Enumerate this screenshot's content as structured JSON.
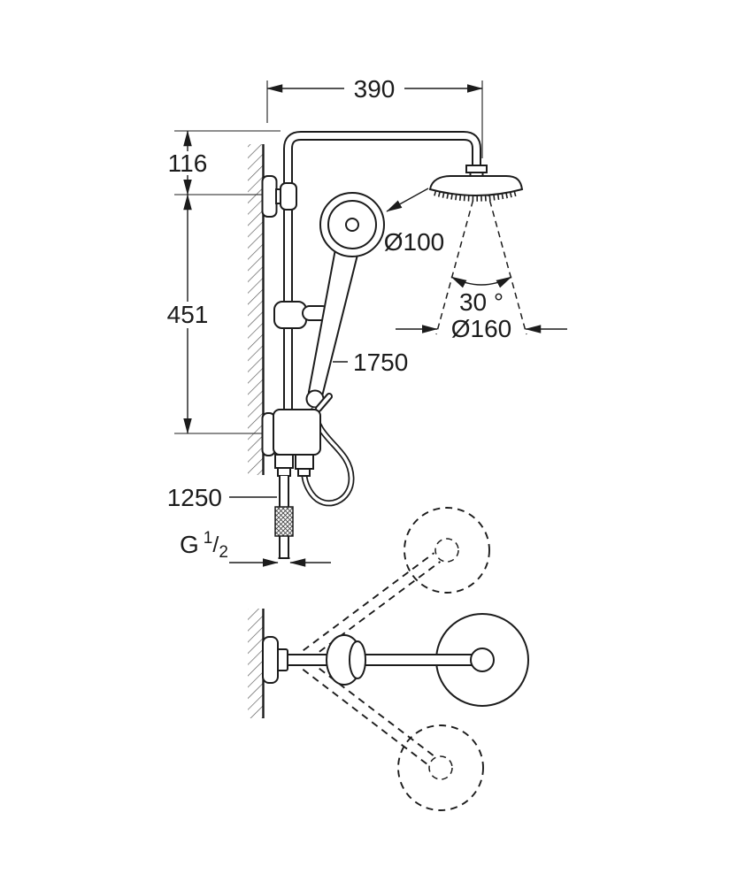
{
  "page": {
    "background": "#ffffff",
    "ink": "#1c1c1c"
  },
  "drawing": {
    "type": "technical-dimension-drawing",
    "subject": "wall-mounted shower system with head shower, hand shower and swivel arm",
    "views": [
      "front elevation",
      "swivel-arm top view"
    ],
    "dimensions": {
      "arm_width": "390",
      "top_offset": "116",
      "bracket_spacing": "451",
      "hand_shower_diameter": "Ø100",
      "swivel_angle": "30 °",
      "head_shower_diameter": "Ø160",
      "hose_length": "1750",
      "connection_height": "1250",
      "thread": {
        "prefix": "G",
        "numerator": "1",
        "slash": "/",
        "denominator": "2"
      }
    }
  }
}
